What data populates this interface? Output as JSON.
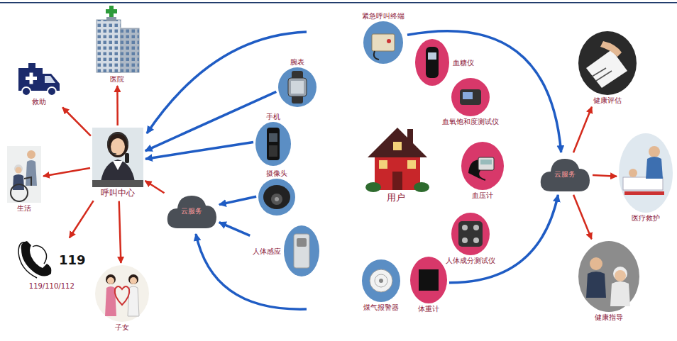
{
  "diagram": {
    "nodes": [
      {
        "text": [
          "医院"
        ]
      },
      {
        "text": [
          "救助"
        ]
      },
      {
        "text": [
          "呼叫中心"
        ]
      },
      {
        "text": [
          "生活"
        ]
      },
      {
        "text": [
          "119",
          "119/110/112"
        ]
      },
      {
        "text": [
          "子女"
        ]
      },
      {
        "text": [
          "云服务"
        ]
      },
      {
        "text": [
          "腕表"
        ]
      },
      {
        "text": [
          "手机"
        ]
      },
      {
        "text": [
          "摄像头"
        ]
      },
      {
        "text": [
          "人体感应"
        ]
      },
      {
        "text": [
          "紧急呼叫终端"
        ]
      },
      {
        "text": [
          "血糖仪"
        ]
      },
      {
        "text": [
          "血氧饱和度测试仪"
        ]
      },
      {
        "text": [
          "用户"
        ]
      },
      {
        "text": [
          "血压计"
        ]
      },
      {
        "text": [
          "人体成分测试仪"
        ]
      },
      {
        "text": [
          "煤气报警器"
        ]
      },
      {
        "text": [
          "体重计"
        ]
      },
      {
        "text": [
          "云服务"
        ]
      },
      {
        "text": [
          "健康评估"
        ]
      },
      {
        "text": [
          "医疗救护"
        ]
      },
      {
        "text": [
          "健康指导"
        ]
      }
    ],
    "edges": [
      {
        "from": 6,
        "to": 2,
        "arrow": "to"
      },
      {
        "from": 2,
        "to": 1,
        "arrow": "to"
      },
      {
        "from": 2,
        "to": 0,
        "arrow": "to"
      },
      {
        "from": 2,
        "to": 3,
        "arrow": "to"
      },
      {
        "from": 2,
        "to": 4,
        "arrow": "to"
      },
      {
        "from": 2,
        "to": 5,
        "arrow": "to"
      },
      {
        "from": 8,
        "to": 2,
        "arrow": "to"
      },
      {
        "from": 7,
        "to": 2,
        "arrow": "to"
      },
      {
        "from": 9,
        "to": 6,
        "arrow": "to"
      },
      {
        "from": 10,
        "to": 6,
        "arrow": "to"
      },
      {
        "from": 11,
        "to": 19,
        "arrow": "to"
      },
      {
        "from": 18,
        "to": 19,
        "arrow": "to"
      },
      {
        "from": 19,
        "to": 20,
        "arrow": "to"
      },
      {
        "from": 19,
        "to": 21,
        "arrow": "to"
      },
      {
        "from": 19,
        "to": 22,
        "arrow": "to"
      }
    ]
  }
}
